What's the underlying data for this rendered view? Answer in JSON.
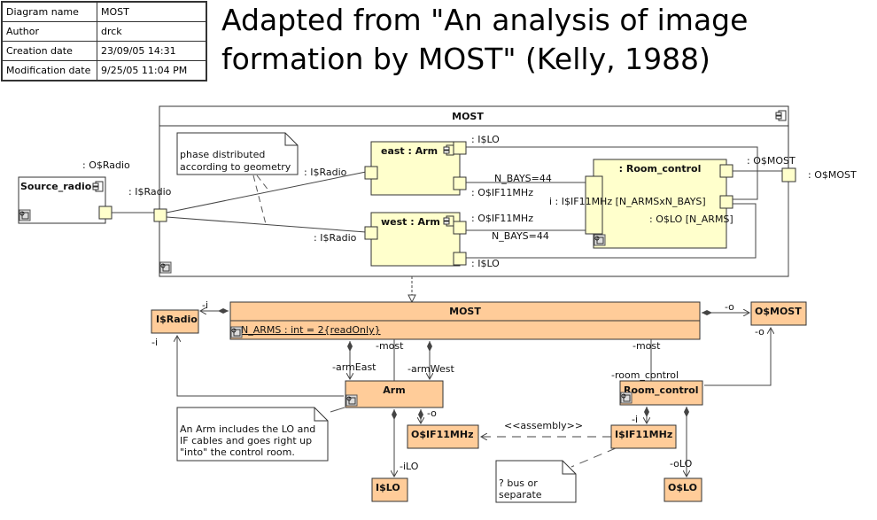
{
  "metadata_table": {
    "rows": [
      {
        "label": "Diagram name",
        "value": "MOST"
      },
      {
        "label": "Author",
        "value": "drck"
      },
      {
        "label": "Creation date",
        "value": "23/09/05 14:31"
      },
      {
        "label": "Modification date",
        "value": "9/25/05 11:04 PM"
      }
    ]
  },
  "title": {
    "line1": "Adapted from \"An analysis of image",
    "line2": "formation by MOST\" (Kelly, 1988)"
  },
  "colors": {
    "part_fill": "#ffffcc",
    "class_fill": "#ffcc99",
    "line": "#444444"
  },
  "composite": {
    "name": "MOST",
    "source": {
      "name": "Source_radio",
      "port_label": ": O$Radio"
    },
    "boundary_in_port": ": I$Radio",
    "boundary_out_port": ": O$MOST",
    "note": {
      "line1": "phase distributed",
      "line2": "according to geometry"
    },
    "east_arm": {
      "name": "east : Arm",
      "in_port": ": I$Radio",
      "lo_port": ": I$LO",
      "if_port": ": O$IF11MHz",
      "connector_label": "N_BAYS=44"
    },
    "west_arm": {
      "name": "west : Arm",
      "in_port": ": I$Radio",
      "lo_port": ": I$LO",
      "if_port": ": O$IF11MHz",
      "connector_label": "N_BAYS=44"
    },
    "room_control": {
      "name": ": Room_control",
      "in_port": "i : I$IF11MHz [N_ARMSxN_BAYS]",
      "lo_port": ": O$LO [N_ARMS]",
      "out_port": ": O$MOST"
    }
  },
  "class_diagram": {
    "most": {
      "name": "MOST",
      "attribute": "N_ARMS : int = 2{readOnly}"
    },
    "iradio": {
      "name": "I$Radio"
    },
    "omost": {
      "name": "O$MOST"
    },
    "arm": {
      "name": "Arm"
    },
    "room_control": {
      "name": "Room_control"
    },
    "oif": {
      "name": "O$IF11MHz"
    },
    "iif": {
      "name": "I$IF11MHz"
    },
    "ilo": {
      "name": "I$LO"
    },
    "olo": {
      "name": "O$LO"
    },
    "roles": {
      "most_iradio": "-i",
      "arm_iradio": "-i",
      "most_omost": "-o",
      "rc_omost": "-o",
      "arm_east": "-armEast",
      "arm_west": "-armWest",
      "arm_most": "-most",
      "rc_most": "-most",
      "rc_role": "-room_control",
      "arm_oif": "-o",
      "arm_ilo": "-iLO",
      "rc_iif": "-i",
      "rc_olo": "-oLO"
    },
    "assembly_label": "<<assembly>>",
    "arm_note": {
      "line1": "An Arm includes the LO and",
      "line2": "IF cables and goes right up",
      "line3": "\"into\" the control room."
    },
    "bus_note": {
      "line1": "? bus or",
      "line2": "separate"
    }
  }
}
